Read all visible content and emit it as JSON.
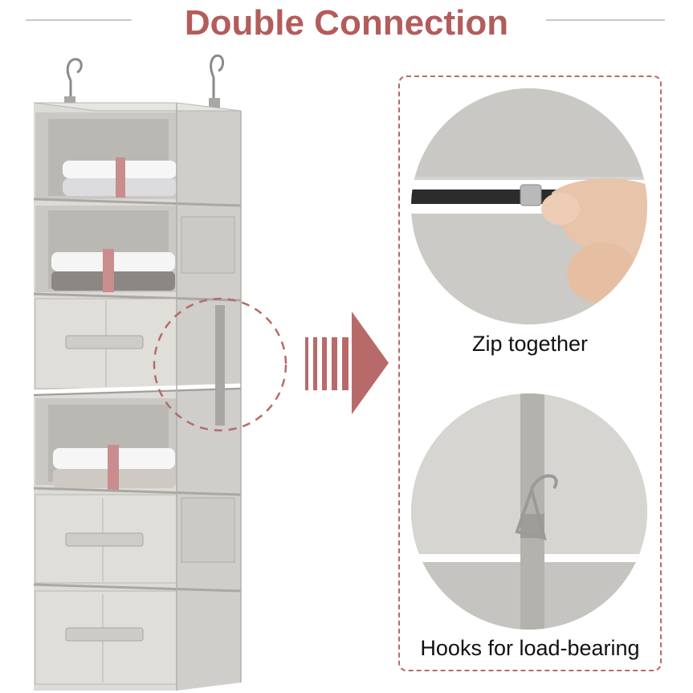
{
  "title": "Double Connection",
  "colors": {
    "accent": "#b86a6a",
    "title_text": "#b35c5c",
    "fabric": "#d9d8d4",
    "fabric_dark": "#bdbcb7"
  },
  "callouts": [
    {
      "caption": "Zip together",
      "image": "zipper-closeup"
    },
    {
      "caption": "Hooks for load-bearing",
      "image": "hook-closeup"
    }
  ],
  "arrow_icon": "arrow-right-icon",
  "product_image": "hanging-closet-organizer"
}
